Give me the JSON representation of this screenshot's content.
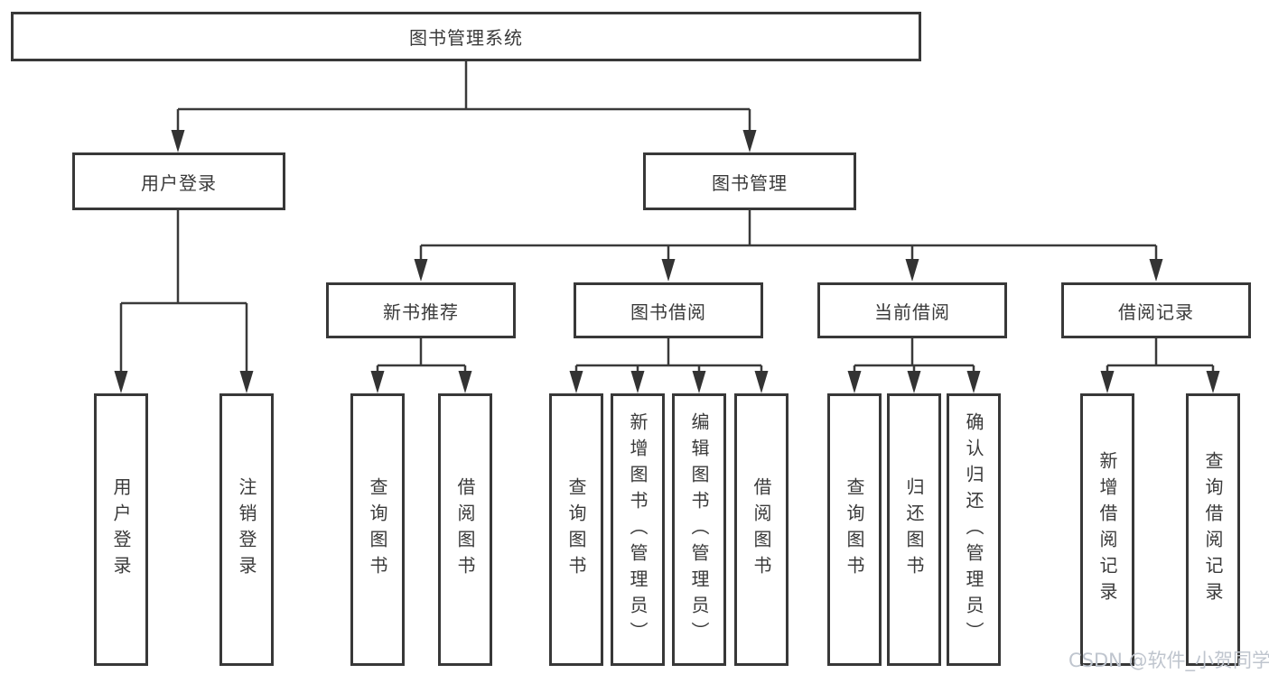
{
  "diagram_type": "function-decomposition-tree",
  "colors": {
    "line": "#3a3a3a",
    "border": "#383838",
    "text": "#3a3a3a",
    "background": "#ffffff",
    "watermark_text_color": "#bfc5ce"
  },
  "tree": {
    "label": "图书管理系统",
    "children": [
      {
        "label": "用户登录",
        "children": [
          {
            "label": "用户登录"
          },
          {
            "label": "注销登录"
          }
        ]
      },
      {
        "label": "图书管理",
        "children": [
          {
            "label": "新书推荐",
            "children": [
              {
                "label": "查询图书"
              },
              {
                "label": "借阅图书"
              }
            ]
          },
          {
            "label": "图书借阅",
            "children": [
              {
                "label": "查询图书"
              },
              {
                "label": "新增图书（管理员）"
              },
              {
                "label": "编辑图书（管理员）"
              },
              {
                "label": "借阅图书"
              }
            ]
          },
          {
            "label": "当前借阅",
            "children": [
              {
                "label": "查询图书"
              },
              {
                "label": "归还图书"
              },
              {
                "label": "确认归还（管理员）"
              }
            ]
          },
          {
            "label": "借阅记录",
            "children": [
              {
                "label": "新增借阅记录"
              },
              {
                "label": "查询借阅记录"
              }
            ]
          }
        ]
      }
    ]
  },
  "watermark": {
    "text": "CSDN @软件_小贺同学"
  }
}
